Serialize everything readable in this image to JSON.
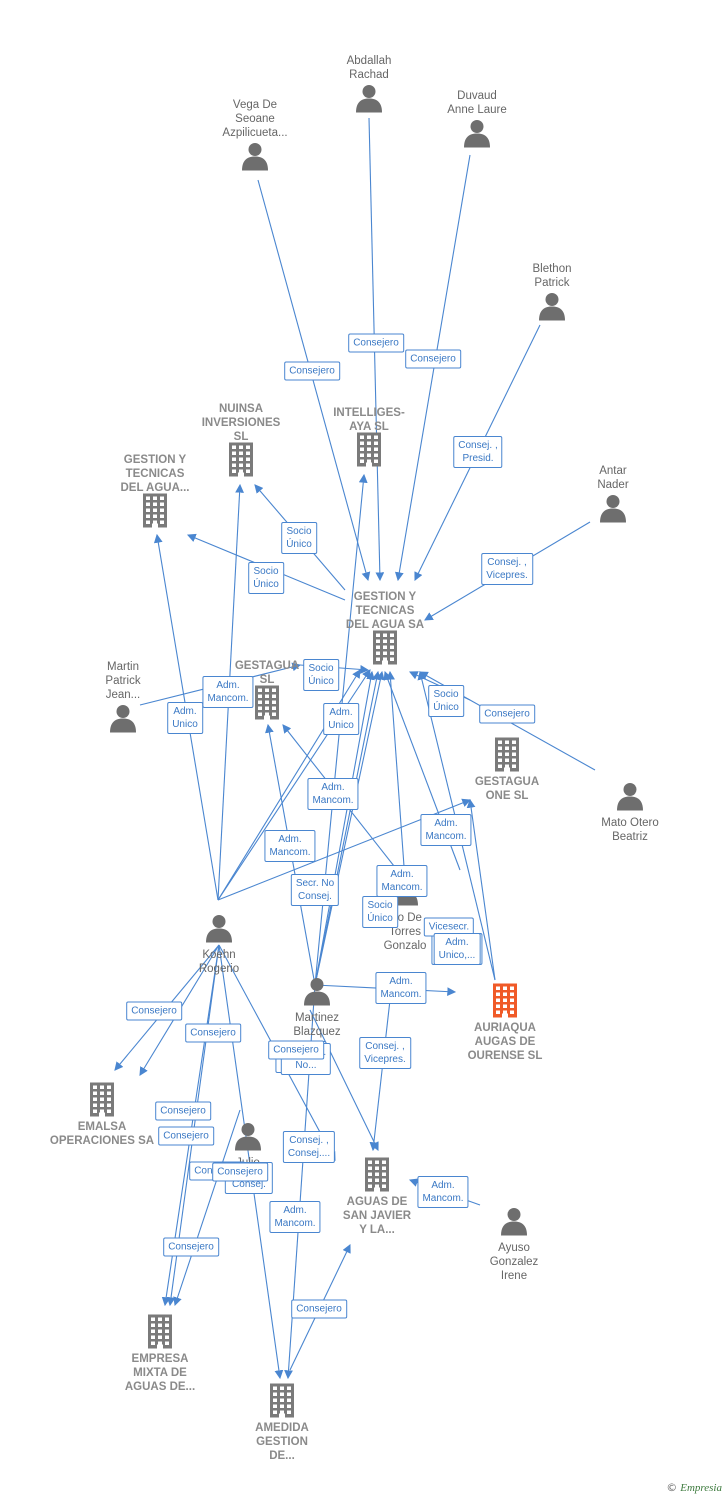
{
  "colors": {
    "edge": "#4a86d0",
    "person": "#6e6e6e",
    "company": "#7a7a7a",
    "focus": "#f05a28"
  },
  "nodes": [
    {
      "id": "abdallah",
      "type": "person",
      "label": "Abdallah\nRachad"
    },
    {
      "id": "duvaud",
      "type": "person",
      "label": "Duvaud\nAnne Laure"
    },
    {
      "id": "vega",
      "type": "person",
      "label": "Vega De\nSeoane\nAzpilicueta..."
    },
    {
      "id": "blethon",
      "type": "person",
      "label": "Blethon\nPatrick"
    },
    {
      "id": "antar",
      "type": "person",
      "label": "Antar\nNader"
    },
    {
      "id": "nuinsa",
      "type": "company",
      "label": "NUINSA\nINVERSIONES\nSL"
    },
    {
      "id": "intelliges",
      "type": "company",
      "label": "INTELLIGES-\nAYA SL"
    },
    {
      "id": "gestion_tec_del",
      "type": "company",
      "label": "GESTION Y\nTECNICAS\nDEL AGUA..."
    },
    {
      "id": "gestion_sa",
      "type": "company",
      "label": "GESTION Y\nTECNICAS\nDEL AGUA SA"
    },
    {
      "id": "martin",
      "type": "person",
      "label": "Martin\nPatrick\nJean..."
    },
    {
      "id": "gestagua",
      "type": "company",
      "label": "GESTAGUA\nSL"
    },
    {
      "id": "gestagua_one",
      "type": "company",
      "label": "GESTAGUA\nONE SL"
    },
    {
      "id": "mato",
      "type": "person",
      "label": "Mato Otero\nBeatriz"
    },
    {
      "id": "koehn",
      "type": "person",
      "label": "Koehn\nRogerio"
    },
    {
      "id": "torres",
      "type": "person",
      "label": "...o De\nTorres\nGonzalo"
    },
    {
      "id": "martinez",
      "type": "person",
      "label": "Martinez\nBlazquez\n..."
    },
    {
      "id": "auriaqua",
      "type": "focus",
      "label": "AURIAQUA\nAUGAS DE\nOURENSE SL"
    },
    {
      "id": "emalsa",
      "type": "company",
      "label": "EMALSA\nOPERACIONES SA"
    },
    {
      "id": "julio",
      "type": "person",
      "label": "Julio"
    },
    {
      "id": "aguas_sj",
      "type": "company",
      "label": "AGUAS DE\nSAN JAVIER\nY LA..."
    },
    {
      "id": "ayuso",
      "type": "person",
      "label": "Ayuso\nGonzalez\nIrene"
    },
    {
      "id": "empresa_mixta",
      "type": "company",
      "label": "EMPRESA\nMIXTA DE\nAGUAS DE..."
    },
    {
      "id": "amedida",
      "type": "company",
      "label": "AMEDIDA\nGESTION\nDE..."
    }
  ],
  "edge_labels": [
    "Consejero",
    "Consejero",
    "Consejero",
    "Consej. ,\nPresid.",
    "Consej. ,\nVicepres.",
    "Socio\nÚnico",
    "Socio\nÚnico",
    "Adm.\nUnico",
    "Adm.\nMancom.",
    "Socio\nÚnico",
    "Adm.\nUnico",
    "Socio\nÚnico",
    "Consejero",
    "Consejero",
    "Consejero",
    "Adm.\nMancom.",
    "Adm.\nMancom.",
    "Adm.\nMancom.",
    "Secr. No\nConsej.",
    "Adm.\nMancom.",
    "Socio\nÚnico",
    "Adm.\nMancom.",
    "Vicesecr.",
    "Adm.\nMancom.",
    "Adm.\nMancom.",
    "Consejero",
    "Consejero",
    "Consej. ,\nVicepres.",
    "Consej. ,\nConsej....",
    "Consejero",
    "Consejero",
    "Secr. No\nConsej.",
    "Adm.\nMancom.",
    "Consejero",
    "Adm.\nMancom.",
    "Vicesecr.\nNo...",
    "Consejero",
    "Adm.\nUnico,...",
    "Consejero"
  ],
  "footer": {
    "copyright": "©",
    "brand": "Empresia"
  }
}
